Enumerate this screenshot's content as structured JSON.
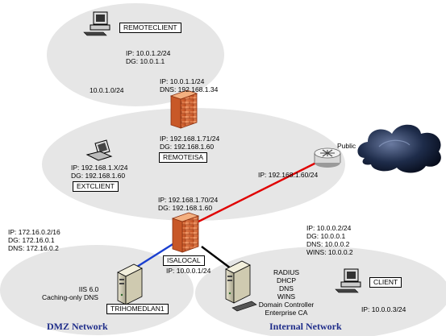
{
  "remote": {
    "client_name": "REMOTECLIENT",
    "client_ip": "IP: 10.0.1.2/24",
    "client_dg": "DG: 10.0.1.1",
    "subnet": "10.0.1.0/24",
    "isa_ext_ip": "IP: 10.0.1.1/24",
    "isa_ext_dns": "DNS: 192.168.1.34"
  },
  "remote_isa": {
    "ip": "IP: 192.168.1.71/24",
    "dg": "DG: 192.168.1.60",
    "name": "REMOTEISA"
  },
  "ext_client": {
    "ip": "IP: 192.168.1.X/24",
    "dg": "DG: 192.168.1.60",
    "name": "EXTCLIENT"
  },
  "router": {
    "label": "Public",
    "ip": "IP: 192.168.1.60/24"
  },
  "isa_local": {
    "ext_ip": "IP: 192.168.1.70/24",
    "ext_dg": "DG: 192.168.1.60",
    "name": "ISALOCAL",
    "int_ip": "IP: 10.0.0.1/24"
  },
  "dmz": {
    "ip": "IP: 172.16.0.2/16",
    "dg": "DG: 172.16.0.1",
    "dns": "DNS: 172.16.0.2",
    "service1": "IIS 6.0",
    "service2": "Caching-only DNS",
    "name": "TRIHOMEDLAN1",
    "section_label": "DMZ Network"
  },
  "internal": {
    "ip": "IP: 10.0.0.2/24",
    "dg": "DG: 10.0.0.1",
    "dns": "DNS: 10.0.0.2",
    "wins": "WINS: 10.0.0.2",
    "services": [
      "RADIUS",
      "DHCP",
      "DNS",
      "WINS",
      "Domain Controller",
      "Enterprise CA"
    ],
    "client_name": "CLIENT",
    "client_ip": "IP: 10.0.0.3/24",
    "section_label": "Internal Network"
  },
  "colors": {
    "cloud_fill": "#e6e6e6",
    "firewall": "#e8703a",
    "link_red": "#e00000",
    "link_blue": "#1a3fd0",
    "section_text": "#1f2d8a"
  }
}
